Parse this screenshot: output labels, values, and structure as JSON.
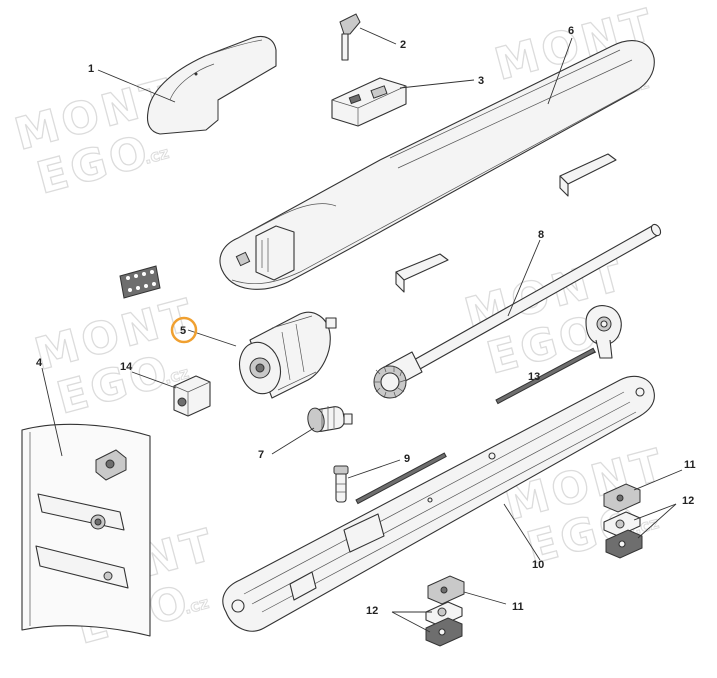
{
  "watermark": {
    "words": [
      "MONT",
      "EGO",
      ".cz"
    ]
  },
  "callouts": {
    "c1": "1",
    "c2": "2",
    "c3": "3",
    "c4": "4",
    "c5": "5",
    "c6": "6",
    "c7": "7",
    "c8": "8",
    "c9": "9",
    "c10": "10",
    "c11a": "11",
    "c11b": "11",
    "c12a": "12",
    "c12b": "12",
    "c13": "13",
    "c14": "14"
  },
  "highlight": {
    "item": "5",
    "color": "#f0a030"
  },
  "colors": {
    "line": "#333333",
    "watermark": "#dcdcdc"
  }
}
